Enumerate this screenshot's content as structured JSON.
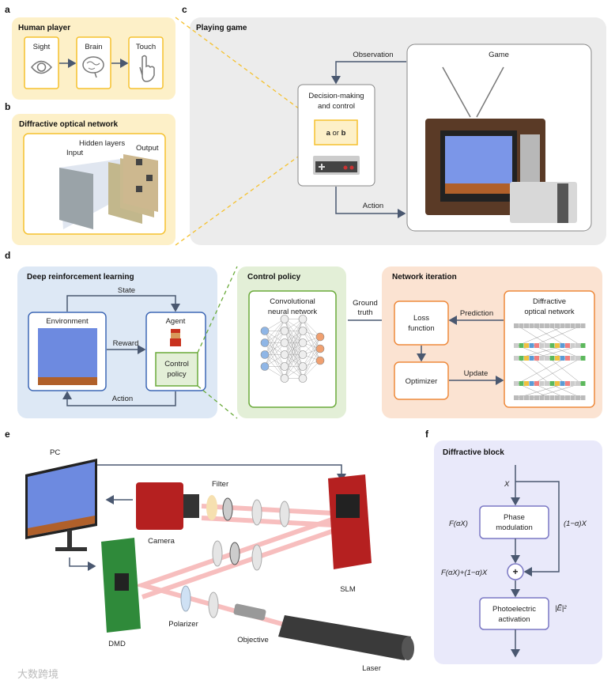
{
  "panel_labels": {
    "a": "a",
    "b": "b",
    "c": "c",
    "d": "d",
    "e": "e",
    "f": "f"
  },
  "colors": {
    "yellow_panel": "#fdf0c8",
    "yellow_border": "#f5c12e",
    "gray_panel": "#ececec",
    "blue_panel": "#dde8f5",
    "blue_border": "#3f68b5",
    "green_panel": "#e3efd7",
    "green_border": "#6aaa3a",
    "orange_panel": "#fbe3d2",
    "orange_border": "#ee8a3c",
    "purple_panel": "#e9e9fa",
    "purple_border": "#7b78c4",
    "arrow": "#4a5870"
  },
  "a": {
    "title": "Human player",
    "boxes": [
      {
        "label": "Sight",
        "icon": "eye-icon"
      },
      {
        "label": "Brain",
        "icon": "brain-icon"
      },
      {
        "label": "Touch",
        "icon": "pointer-hand-icon"
      }
    ]
  },
  "b": {
    "title": "Diffractive optical network",
    "input": "Input",
    "hidden": "Hidden layers",
    "output": "Output"
  },
  "c": {
    "title": "Playing game",
    "observation": "Observation",
    "game": "Game",
    "decision_line1": "Decision-making",
    "decision_line2": "and control",
    "choice_a": "a",
    "choice_or": " or ",
    "choice_b": "b",
    "action": "Action"
  },
  "d": {
    "drl_title": "Deep reinforcement learning",
    "state": "State",
    "environment": "Environment",
    "agent": "Agent",
    "reward": "Reward",
    "control1": "Control",
    "control2": "policy",
    "action": "Action",
    "cp_title": "Control policy",
    "cnn1": "Convolutional",
    "cnn2": "neural network",
    "ground1": "Ground",
    "ground2": "truth",
    "ni_title": "Network iteration",
    "loss1": "Loss",
    "loss2": "function",
    "prediction": "Prediction",
    "don1": "Diffractive",
    "don2": "optical network",
    "optimizer": "Optimizer",
    "update": "Update"
  },
  "e": {
    "pc": "PC",
    "filter": "Filter",
    "camera": "Camera",
    "slm": "SLM",
    "dmd": "DMD",
    "polarizer": "Polarizer",
    "objective": "Objective",
    "laser": "Laser"
  },
  "f": {
    "title": "Diffractive block",
    "x": "X",
    "faX": "F(αX)",
    "phase1": "Phase",
    "phase2": "modulation",
    "skip": "(1−α)X",
    "sum": "F(αX)+(1−α)X",
    "plus": "+",
    "photo1": "Photoelectric",
    "photo2": "activation",
    "activation_fn": "|Ẽ|²"
  },
  "watermark": "大数跨境"
}
